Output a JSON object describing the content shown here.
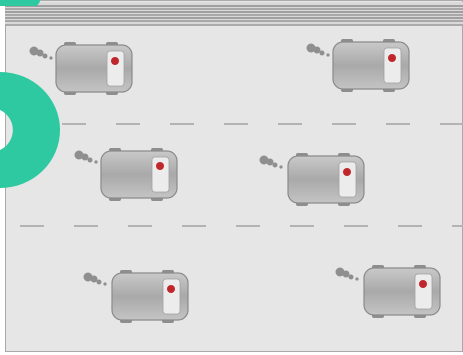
{
  "scene": {
    "road_color": "#e6e6e6",
    "curb_color": "#a9a9a9",
    "lane_marking_color": "#b3b3b3",
    "accent_shape_color": "#2ec9a0",
    "car_body_color": "#b9b9b9",
    "car_window_color": "#ececec",
    "car_light_color": "#c0272d",
    "exhaust_color": "#8f8f8f",
    "lane_count": 3,
    "car_count": 6,
    "car_direction": "right",
    "icons": [
      "car-icon",
      "exhaust-smoke-icon",
      "lane-marking",
      "accent-ring"
    ]
  }
}
